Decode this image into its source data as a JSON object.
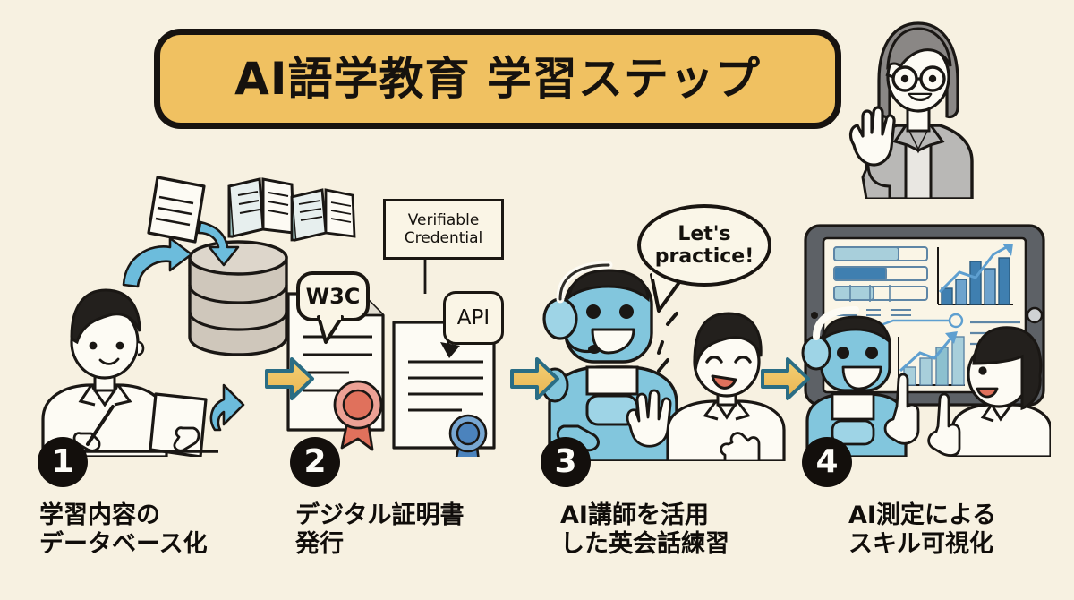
{
  "page": {
    "background_color": "#f7f1e1",
    "title": "AI語学教育 学習ステップ",
    "title_bubble_color": "#f0c161",
    "outline_color": "#17120e"
  },
  "teacher": {
    "name": "teacher-character",
    "hair_color": "#8a8785",
    "jacket_color": "#b9b8b6",
    "skin_color": "#fdfbf4"
  },
  "steps": [
    {
      "number": "1",
      "caption_line1": "学習内容の",
      "caption_line2": "データベース化",
      "art": "student-writing-database",
      "labels": []
    },
    {
      "number": "2",
      "caption_line1": "デジタル証明書",
      "caption_line2": "発行",
      "art": "certificate-documents",
      "labels": [
        "Verifiable Credential",
        "W3C",
        "API"
      ]
    },
    {
      "number": "3",
      "caption_line1": "AI講師を活用",
      "caption_line2": "した英会話練習",
      "art": "ai-robot-teacher-student",
      "labels": [
        "Let's practice!"
      ]
    },
    {
      "number": "4",
      "caption_line1": "AI測定による",
      "caption_line2": "スキル可視化",
      "art": "tablet-dashboard-robot-student",
      "labels": []
    }
  ],
  "labels": {
    "verifiable_credential_line1": "Verifiable",
    "verifiable_credential_line2": "Credential",
    "w3c": "W3C",
    "api": "API",
    "practice_line1": "Let's",
    "practice_line2": "practice!"
  },
  "arrows": {
    "count": 3,
    "fill_color": "#efc360",
    "stroke_color": "#2a6d84",
    "direction": "right"
  },
  "palette": {
    "robot_blue": "#82c6dd",
    "database_gray": "#cfc7bb",
    "ribbon_red": "#e0715c",
    "ribbon_blue": "#4b83bd",
    "chart_blue": "#4b83bd",
    "chart_light": "#a8cfdb",
    "arrow_blue": "#6cbcdc"
  }
}
